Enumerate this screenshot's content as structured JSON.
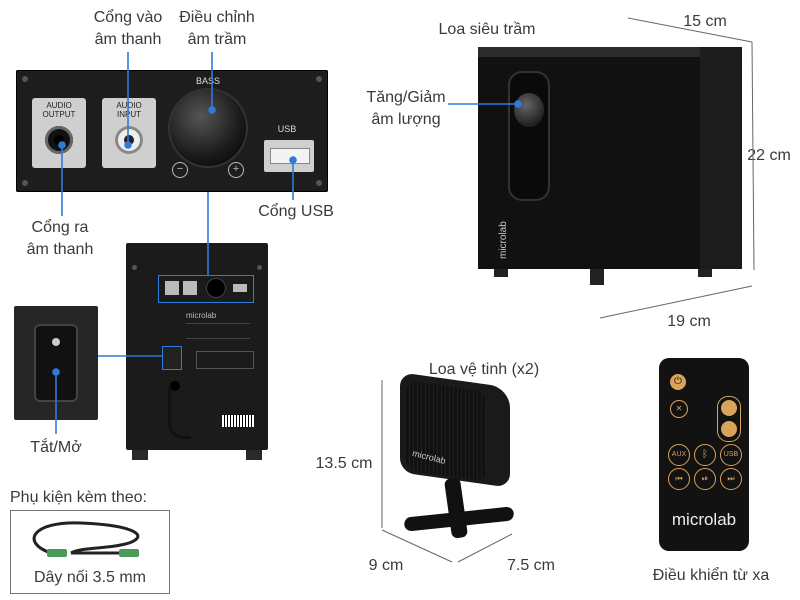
{
  "labels": {
    "audio_in": [
      "Cổng vào",
      "âm thanh"
    ],
    "bass_adjust": [
      "Điều chỉnh",
      "âm trầm"
    ],
    "audio_out": [
      "Cổng ra",
      "âm thanh"
    ],
    "usb_port": "Cổng USB",
    "power": "Tắt/Mở",
    "accessories_title": "Phụ kiện kèm theo:",
    "cable": "Dây nối 3.5 mm",
    "subwoofer": "Loa siêu trầm",
    "volume": [
      "Tăng/Giảm",
      "âm lượng"
    ],
    "satellite": "Loa vệ tinh (x2)",
    "remote": "Điều khiển từ xa"
  },
  "panel": {
    "bass": "BASS",
    "audio_output": [
      "AUDIO",
      "OUTPUT"
    ],
    "audio_input": [
      "AUDIO",
      "INPUT"
    ],
    "usb": "USB",
    "minus": "−",
    "plus": "+"
  },
  "dimensions": {
    "sub_depth": "15 cm",
    "sub_height": "22 cm",
    "sub_width": "19 cm",
    "sat_height": "13.5 cm",
    "sat_width": "9 cm",
    "sat_depth": "7.5 cm"
  },
  "brand": "microlab",
  "remote_buttons": {
    "aux": "AUX",
    "usb": "USB"
  },
  "colors": {
    "blue_line": "#2f7bd9",
    "gold": "#d9a35a",
    "panel": "#1c1c1c"
  }
}
